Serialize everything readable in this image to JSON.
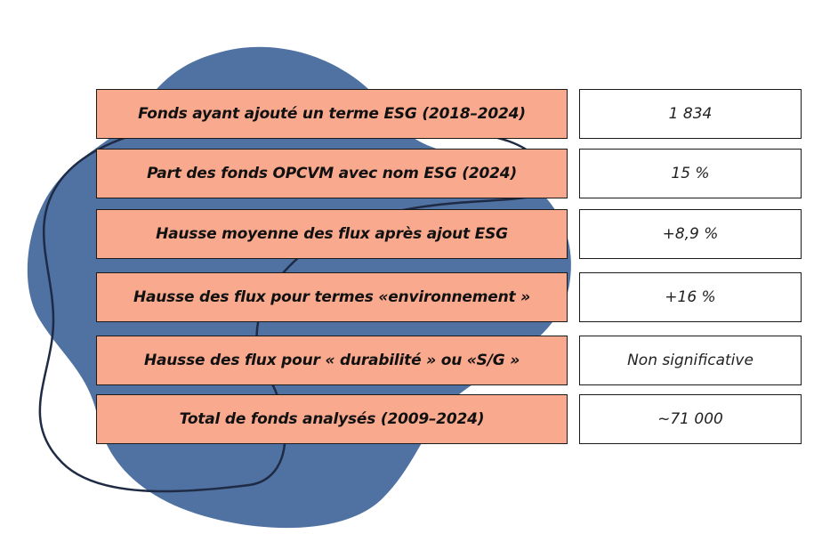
{
  "colors": {
    "blob": "#4f72a2",
    "label_fill": "#f9a98d",
    "border": "#1a1a1a",
    "outline_curve": "#1f2a44"
  },
  "rows": [
    {
      "label": "Fonds ayant ajouté un terme ESG (2018–2024)",
      "value": "1 834"
    },
    {
      "label": "Part des fonds OPCVM avec nom ESG (2024)",
      "value": "15 %"
    },
    {
      "label": "Hausse moyenne des flux après ajout ESG",
      "value": "+8,9 %"
    },
    {
      "label": "Hausse des flux pour termes «environnement »",
      "value": "+16 %"
    },
    {
      "label": "Hausse des flux pour « durabilité » ou «S/G »",
      "value": "Non significative"
    },
    {
      "label": "Total de fonds analysés (2009–2024)",
      "value": "~71 000"
    }
  ]
}
